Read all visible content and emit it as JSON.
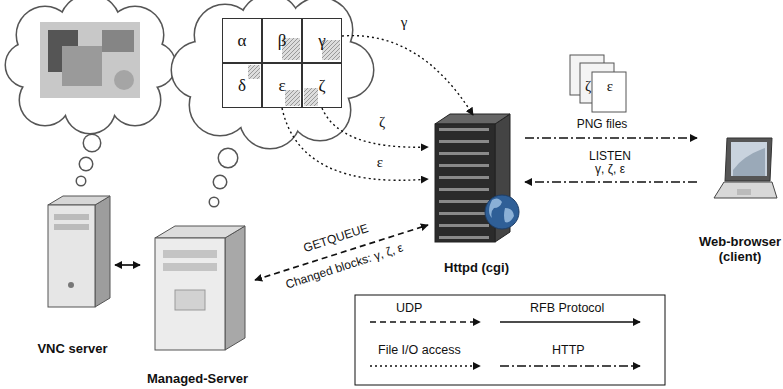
{
  "diagram": {
    "nodes": [
      {
        "text": [
          "α"
        ]
      },
      {
        "text": [
          "β"
        ]
      },
      {
        "text": [
          "γ"
        ]
      },
      {
        "text": [
          "δ"
        ]
      },
      {
        "text": [
          "ε"
        ]
      },
      {
        "text": [
          "ζ"
        ]
      },
      {
        "text": [
          "VNC server"
        ]
      },
      {
        "text": [
          "Managed-Server"
        ]
      },
      {
        "text": [
          "Httpd (cgi)"
        ]
      },
      {
        "text": [
          "Web-browser (client)"
        ]
      }
    ],
    "edges": [
      {
        "from": 6,
        "to": 7,
        "arrow": "both"
      },
      {
        "from": 7,
        "to": 8,
        "label": "GETQUEUE",
        "arrow": "both"
      },
      {
        "from": 2,
        "to": 8,
        "label": "γ",
        "arrow": "to"
      },
      {
        "from": 5,
        "to": 8,
        "label": "ζ",
        "arrow": "to"
      },
      {
        "from": 4,
        "to": 8,
        "label": "ε",
        "arrow": "to"
      },
      {
        "from": 8,
        "to": 9,
        "label": "PNG files",
        "arrow": "to"
      },
      {
        "from": 9,
        "to": 8,
        "label": "LISTEN γ, ζ, ε",
        "arrow": "to"
      }
    ],
    "labels": [
      "Changed blocks: γ, ζ, ε",
      "ζ",
      "ε"
    ],
    "legend": [
      {
        "text": "UDP"
      },
      {
        "text": "RFB Protocol"
      },
      {
        "text": "File I/O access"
      },
      {
        "text": "HTTP"
      }
    ]
  }
}
